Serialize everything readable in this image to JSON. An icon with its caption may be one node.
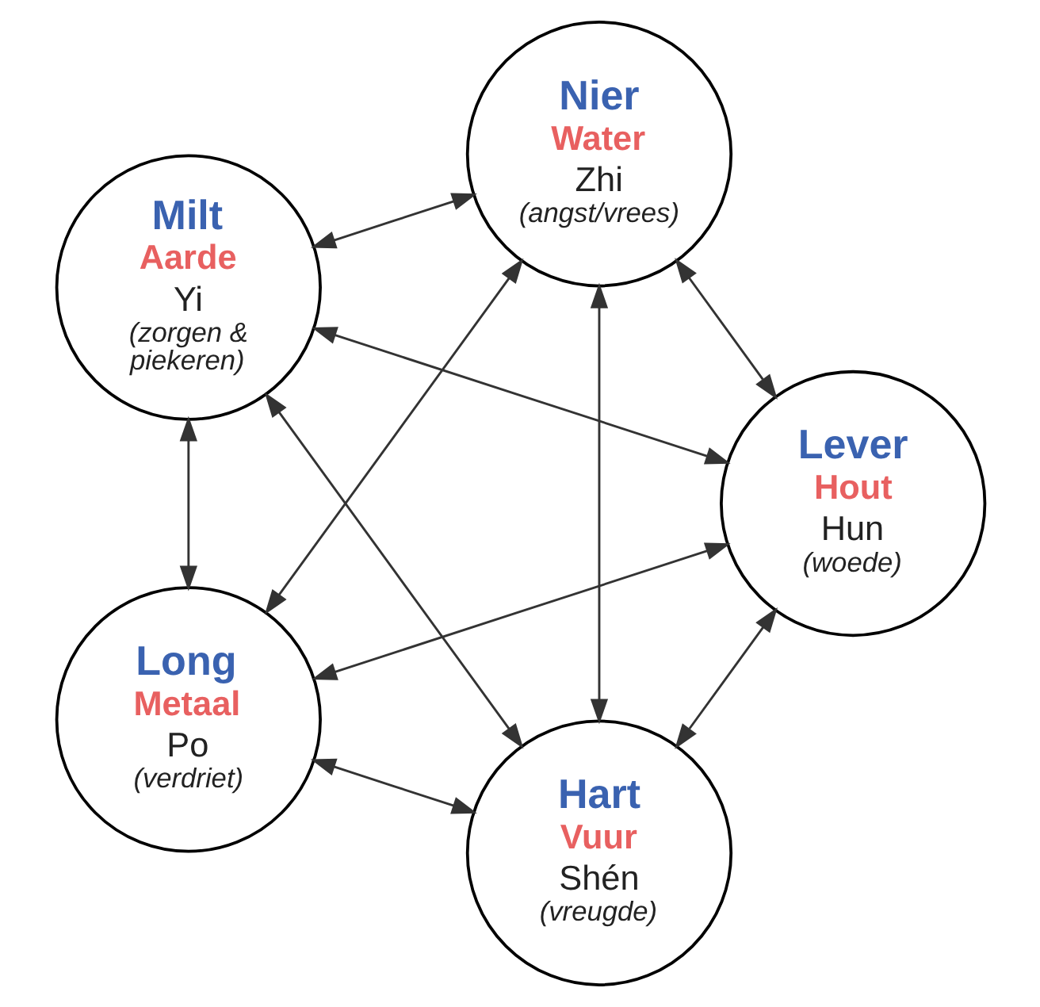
{
  "diagram": {
    "nodes": [
      {
        "text": [
          "Hart",
          "Vuur",
          "Shén",
          "(vreugde)"
        ]
      },
      {
        "text": [
          "Lever",
          "Hout",
          "Hun",
          "(woede)"
        ]
      },
      {
        "text": [
          "Milt",
          "Aarde",
          "Yi",
          "(zorgen & piekeren)"
        ]
      },
      {
        "text": [
          "Nier",
          "Water",
          "Zhi",
          "(angst/vrees)"
        ]
      },
      {
        "text": [
          "Long",
          "Metaal",
          "Po",
          "(verdriet)"
        ]
      }
    ],
    "edges": [
      {
        "from": 0,
        "to": 1,
        "arrow": "both"
      },
      {
        "from": 0,
        "to": 2,
        "arrow": "both"
      },
      {
        "from": 1,
        "to": 2,
        "arrow": "both"
      },
      {
        "from": 0,
        "to": 3,
        "arrow": "both"
      },
      {
        "from": 0,
        "to": 4,
        "arrow": "both"
      },
      {
        "from": 1,
        "to": 4,
        "arrow": "both"
      },
      {
        "from": 2,
        "to": 3,
        "arrow": "both"
      },
      {
        "from": 1,
        "to": 3,
        "arrow": "both"
      },
      {
        "from": 2,
        "to": 4,
        "arrow": "both"
      },
      {
        "from": 3,
        "to": 4,
        "arrow": "both"
      }
    ]
  }
}
